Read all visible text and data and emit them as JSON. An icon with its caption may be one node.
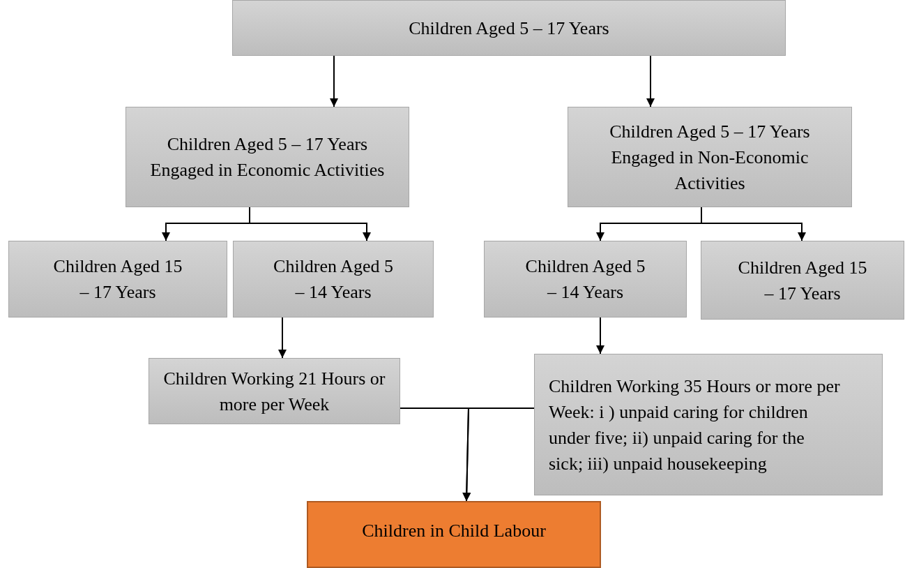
{
  "diagram": {
    "nodes": [
      {
        "text": [
          "Children Aged 5 – 17 Years"
        ]
      },
      {
        "text": [
          "Children Aged 5 – 17 Years Engaged in Economic Activities"
        ]
      },
      {
        "text": [
          "Children Aged 5 – 17 Years Engaged in Non-Economic Activities"
        ]
      },
      {
        "text": [
          "Children Aged 15 – 17 Years"
        ]
      },
      {
        "text": [
          "Children Aged 5 – 14 Years"
        ]
      },
      {
        "text": [
          "Children Aged 5 – 14 Years"
        ]
      },
      {
        "text": [
          "Children Aged 15 – 17 Years"
        ]
      },
      {
        "text": [
          "Children Working 21 Hours or more per Week"
        ]
      },
      {
        "text": [
          "Children Working 35 Hours or more per Week: i ) unpaid caring for children under five; ii) unpaid caring for the sick; iii) unpaid housekeeping"
        ]
      },
      {
        "text": [
          "Children in Child Labour"
        ]
      }
    ],
    "edges": [
      {
        "from": 0,
        "to": 1,
        "arrow": "to"
      },
      {
        "from": 0,
        "to": 2,
        "arrow": "to"
      },
      {
        "from": 1,
        "to": 3,
        "arrow": "to"
      },
      {
        "from": 1,
        "to": 4,
        "arrow": "to"
      },
      {
        "from": 2,
        "to": 5,
        "arrow": "to"
      },
      {
        "from": 2,
        "to": 6,
        "arrow": "to"
      },
      {
        "from": 4,
        "to": 7,
        "arrow": "to"
      },
      {
        "from": 5,
        "to": 8,
        "arrow": "to"
      },
      {
        "from": 7,
        "to": 9,
        "arrow": "to"
      },
      {
        "from": 8,
        "to": 9,
        "arrow": "to"
      }
    ]
  }
}
